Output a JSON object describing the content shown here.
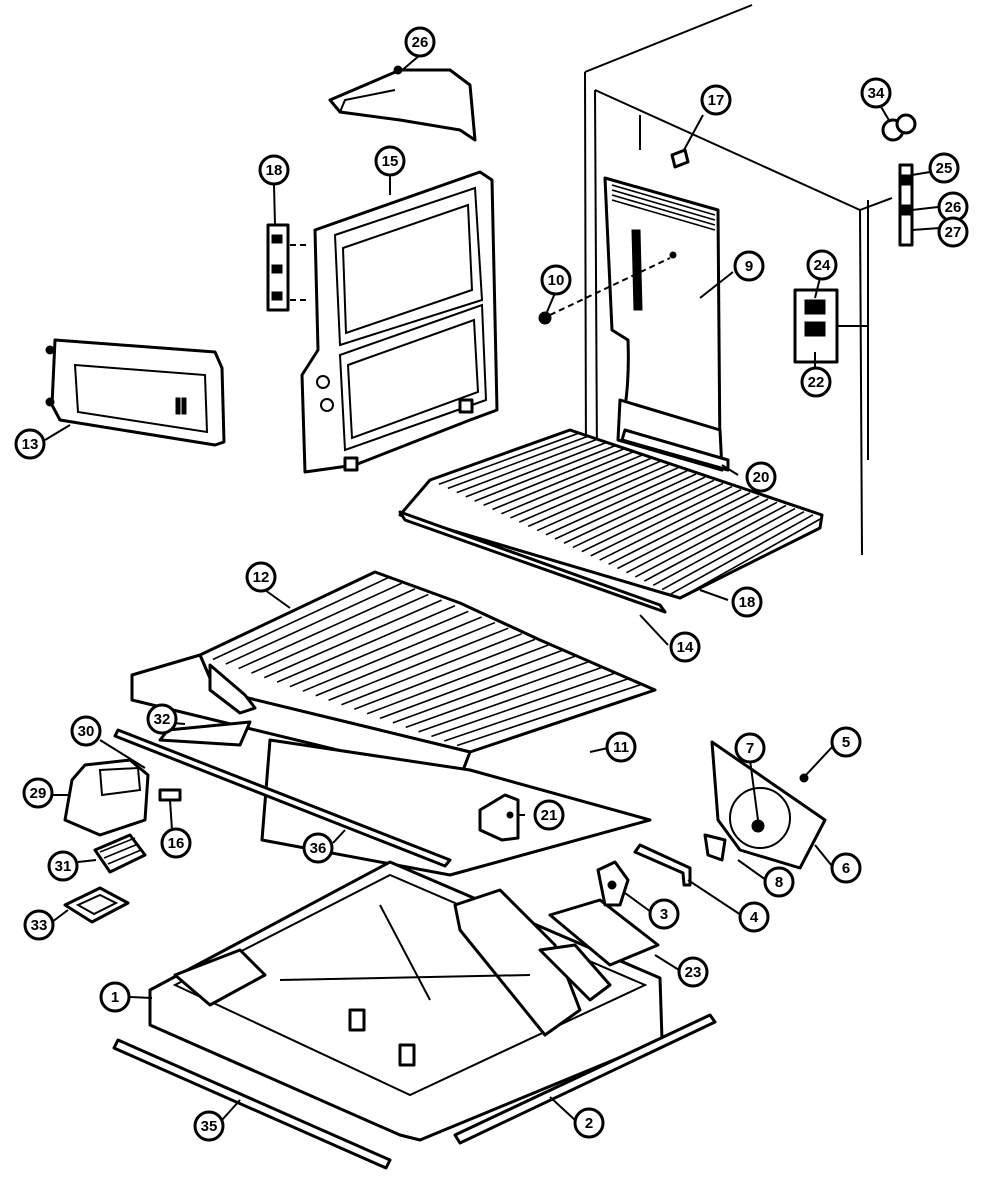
{
  "callouts": [
    {
      "id": "c1",
      "label": "1"
    },
    {
      "id": "c2",
      "label": "2"
    },
    {
      "id": "c3",
      "label": "3"
    },
    {
      "id": "c4",
      "label": "4"
    },
    {
      "id": "c5",
      "label": "5"
    },
    {
      "id": "c6",
      "label": "6"
    },
    {
      "id": "c7",
      "label": "7"
    },
    {
      "id": "c8",
      "label": "8"
    },
    {
      "id": "c9",
      "label": "9"
    },
    {
      "id": "c10",
      "label": "10"
    },
    {
      "id": "c11",
      "label": "11"
    },
    {
      "id": "c12",
      "label": "12"
    },
    {
      "id": "c13",
      "label": "13"
    },
    {
      "id": "c14",
      "label": "14"
    },
    {
      "id": "c15",
      "label": "15"
    },
    {
      "id": "c16",
      "label": "16"
    },
    {
      "id": "c17",
      "label": "17"
    },
    {
      "id": "c18a",
      "label": "18"
    },
    {
      "id": "c18b",
      "label": "18"
    },
    {
      "id": "c20",
      "label": "20"
    },
    {
      "id": "c21",
      "label": "21"
    },
    {
      "id": "c22",
      "label": "22"
    },
    {
      "id": "c23",
      "label": "23"
    },
    {
      "id": "c24",
      "label": "24"
    },
    {
      "id": "c25",
      "label": "25"
    },
    {
      "id": "c26a",
      "label": "26"
    },
    {
      "id": "c26b",
      "label": "26"
    },
    {
      "id": "c27",
      "label": "27"
    },
    {
      "id": "c29",
      "label": "29"
    },
    {
      "id": "c30",
      "label": "30"
    },
    {
      "id": "c31",
      "label": "31"
    },
    {
      "id": "c32",
      "label": "32"
    },
    {
      "id": "c33",
      "label": "33"
    },
    {
      "id": "c34",
      "label": "34"
    },
    {
      "id": "c35",
      "label": "35"
    },
    {
      "id": "c36",
      "label": "36"
    }
  ]
}
